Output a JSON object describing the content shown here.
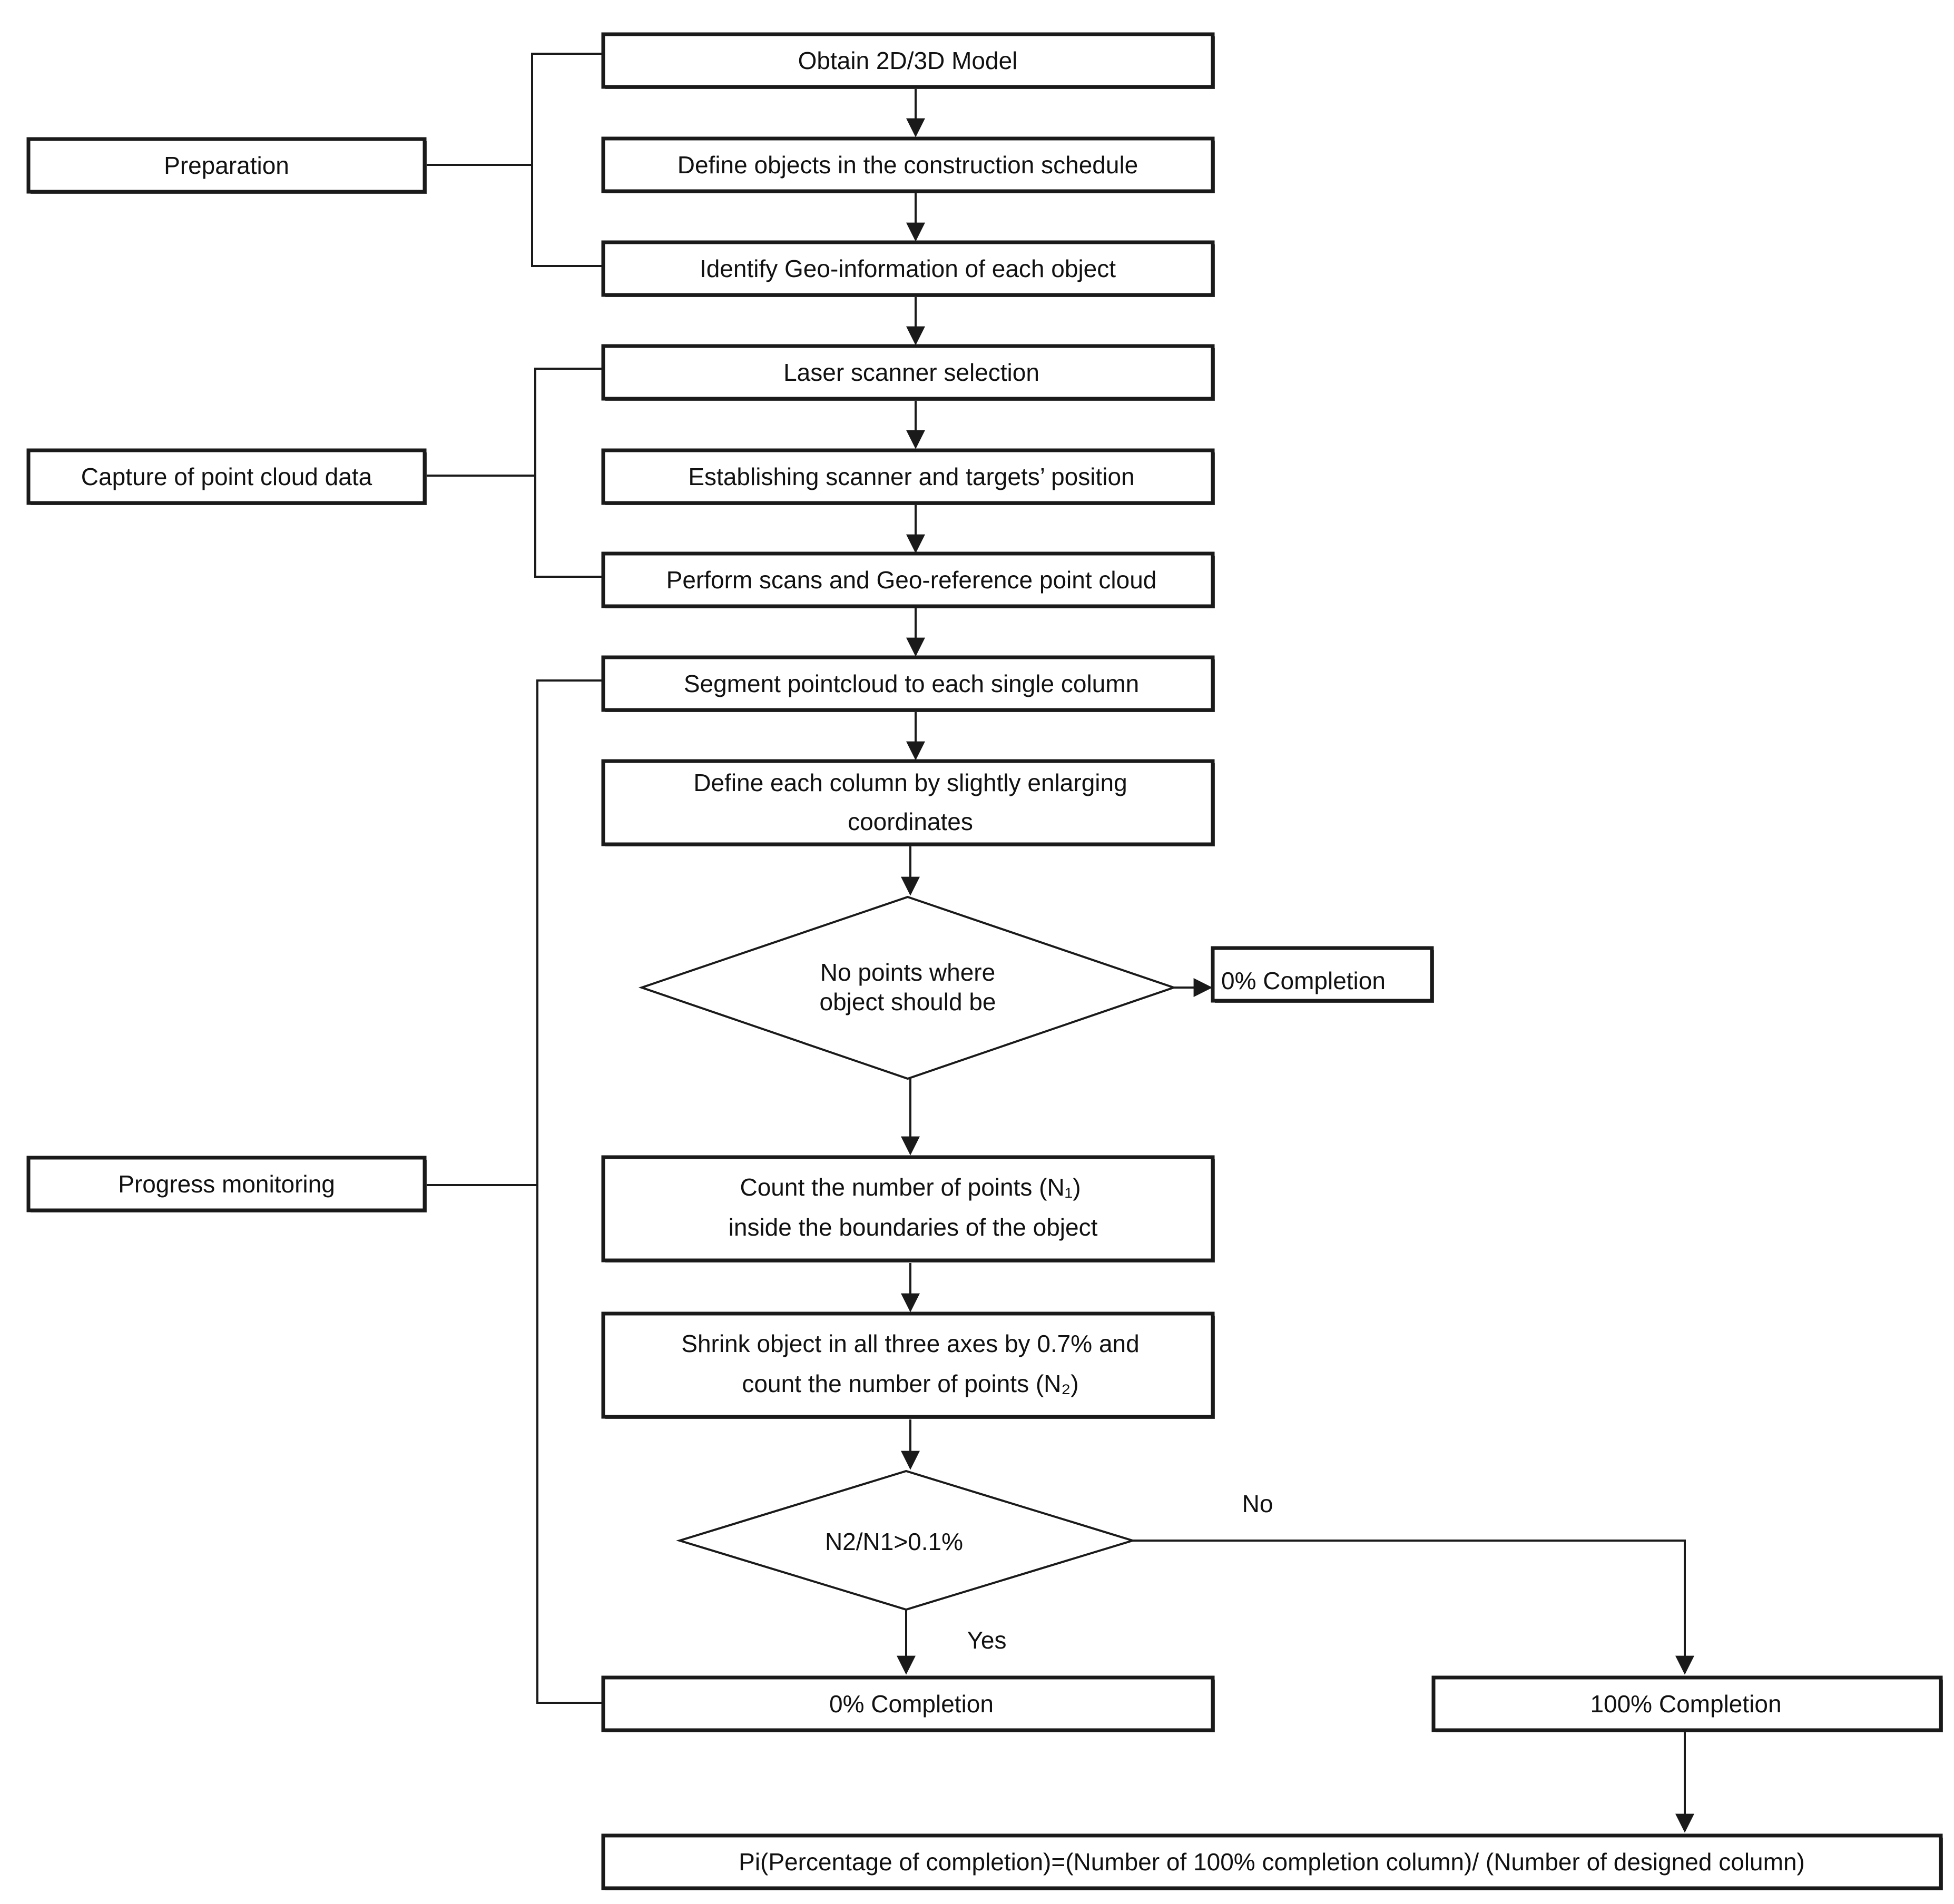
{
  "nodes": {
    "obtain_model": "Obtain 2D/3D Model",
    "define_objects": "Define objects in the construction schedule",
    "identify_geo": "Identify Geo-information of each object",
    "scanner_selection": "Laser scanner selection",
    "establish_position": "Establishing scanner and targets’ position",
    "perform_scans": "Perform scans and Geo-reference point cloud",
    "segment": "Segment pointcloud to each single column",
    "define_column": [
      "Define each column by slightly enlarging",
      "coordinates"
    ],
    "decision_points": [
      "No points where",
      "object should be"
    ],
    "zero_completion_a": "0% Completion",
    "count_n1": [
      "Count the number of points (N₁)",
      "inside the boundaries of the object"
    ],
    "shrink": [
      "Shrink object in all three axes by 0.7% and",
      "count the number of points (N₂)"
    ],
    "decision_ratio": "N2/N1>0.1%",
    "zero_completion_b": "0% Completion",
    "hundred_completion": "100% Completion",
    "formula": "Pi(Percentage of completion)=(Number of 100% completion column)/ (Number of designed column)"
  },
  "phases": {
    "preparation": "Preparation",
    "capture": "Capture of point cloud data",
    "progress": "Progress monitoring"
  },
  "edge_labels": {
    "no": "No",
    "yes": "Yes"
  }
}
